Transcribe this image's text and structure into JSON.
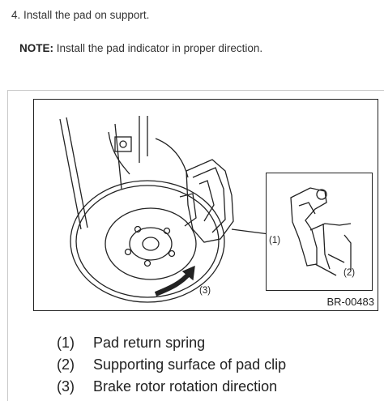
{
  "step": {
    "text": "4. Install the pad on support."
  },
  "note": {
    "label": "NOTE:",
    "text": "Install the pad indicator in proper direction."
  },
  "figure": {
    "code": "BR-00483",
    "callouts": {
      "c1": "(1)",
      "c2": "(2)",
      "c3": "(3)"
    }
  },
  "legend": [
    {
      "num": "(1)",
      "text": "Pad return spring"
    },
    {
      "num": "(2)",
      "text": "Supporting surface of pad clip"
    },
    {
      "num": "(3)",
      "text": "Brake rotor rotation direction"
    }
  ]
}
